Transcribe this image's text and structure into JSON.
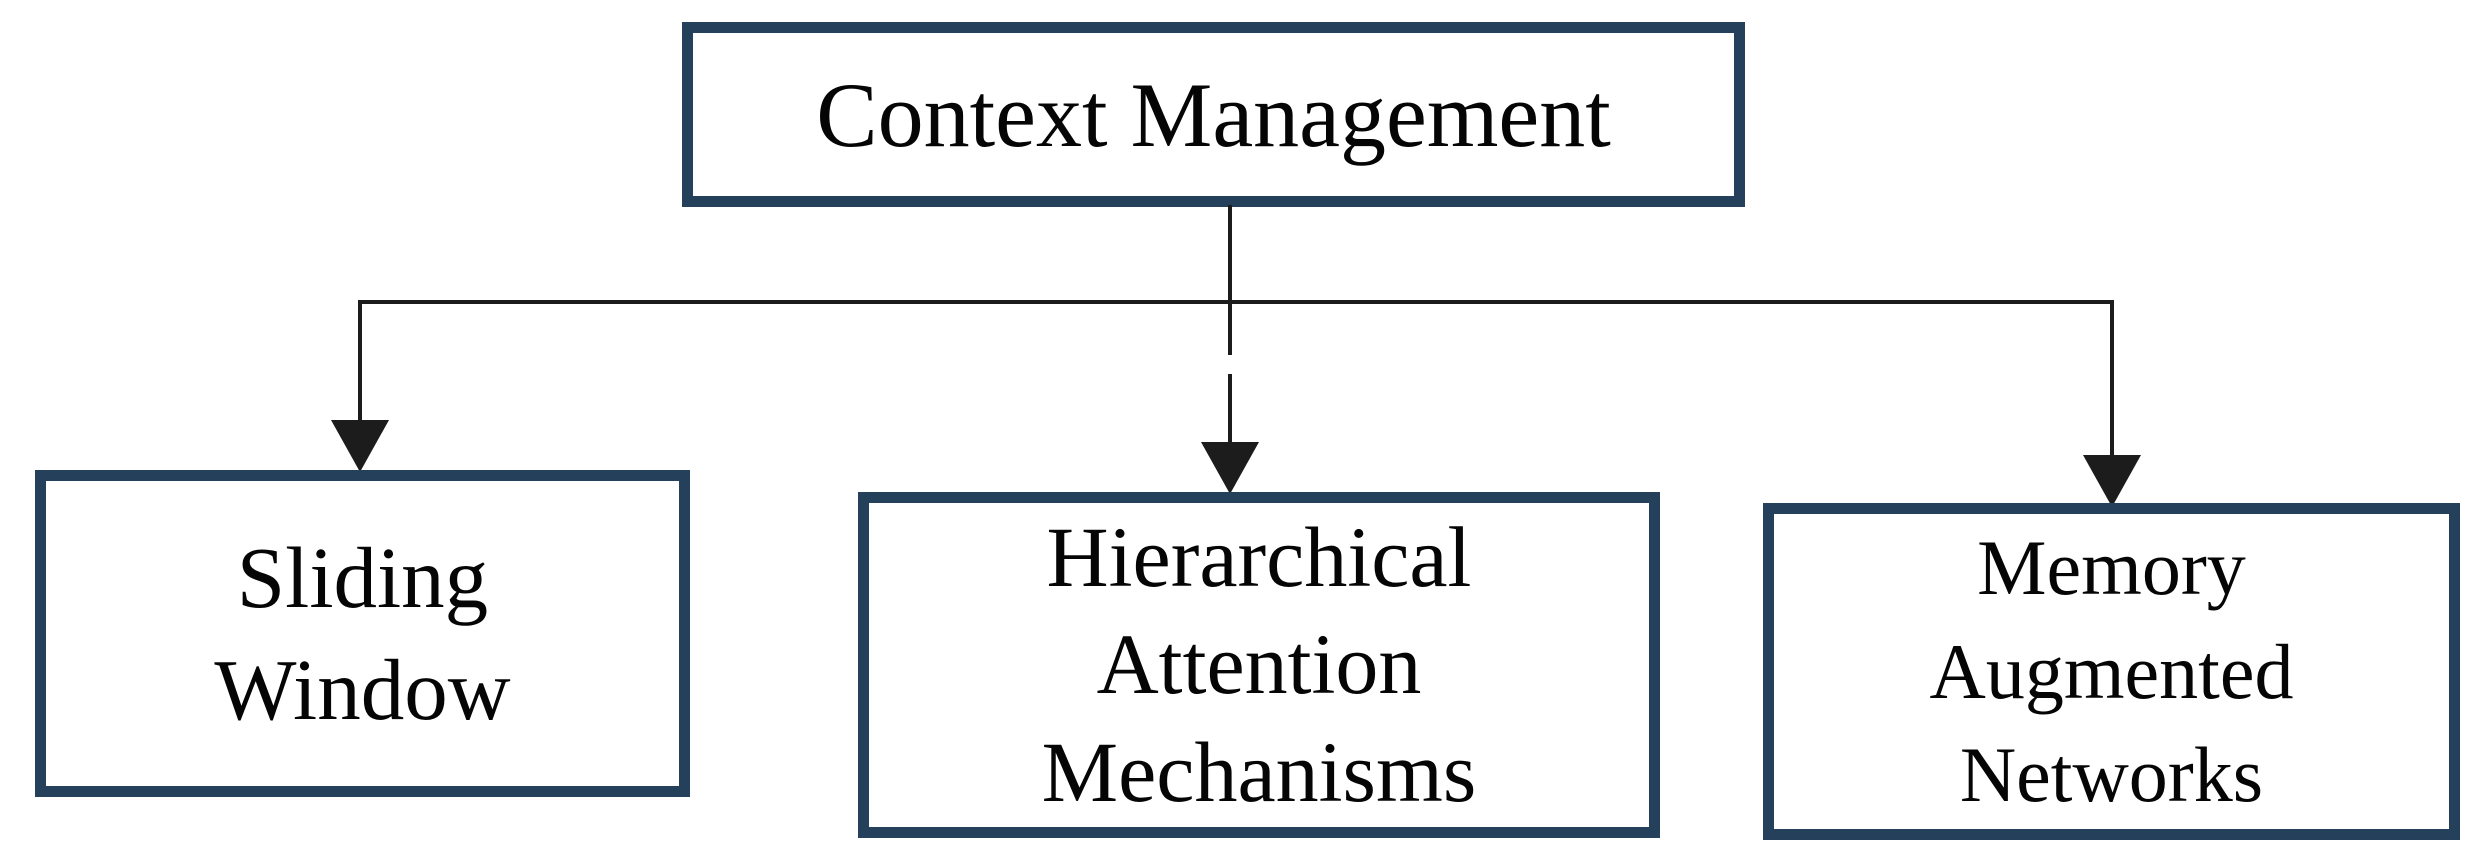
{
  "nodes": {
    "root": {
      "id": "context-management",
      "label": "Context Management"
    },
    "children": [
      {
        "id": "sliding-window",
        "label": "Sliding Window",
        "lines": [
          "Sliding",
          "Window"
        ]
      },
      {
        "id": "hierarchical-attention-mechanisms",
        "label": "Hierarchical Attention Mechanisms",
        "lines": [
          "Hierarchical",
          "Attention",
          "Mechanisms"
        ]
      },
      {
        "id": "memory-augmented-networks",
        "label": "Memory Augmented Networks",
        "lines": [
          "Memory",
          "Augmented",
          "Networks"
        ]
      }
    ]
  },
  "edges": [
    {
      "from": "context-management",
      "to": "sliding-window",
      "style": "solid",
      "arrow": "down"
    },
    {
      "from": "context-management",
      "to": "hierarchical-attention-mechanisms",
      "style": "dashed",
      "arrow": "down"
    },
    {
      "from": "context-management",
      "to": "memory-augmented-networks",
      "style": "solid",
      "arrow": "down"
    }
  ],
  "colors": {
    "box_border": "#25405a",
    "connector": "#1c1c1c",
    "text": "#050505",
    "background": "#ffffff"
  }
}
